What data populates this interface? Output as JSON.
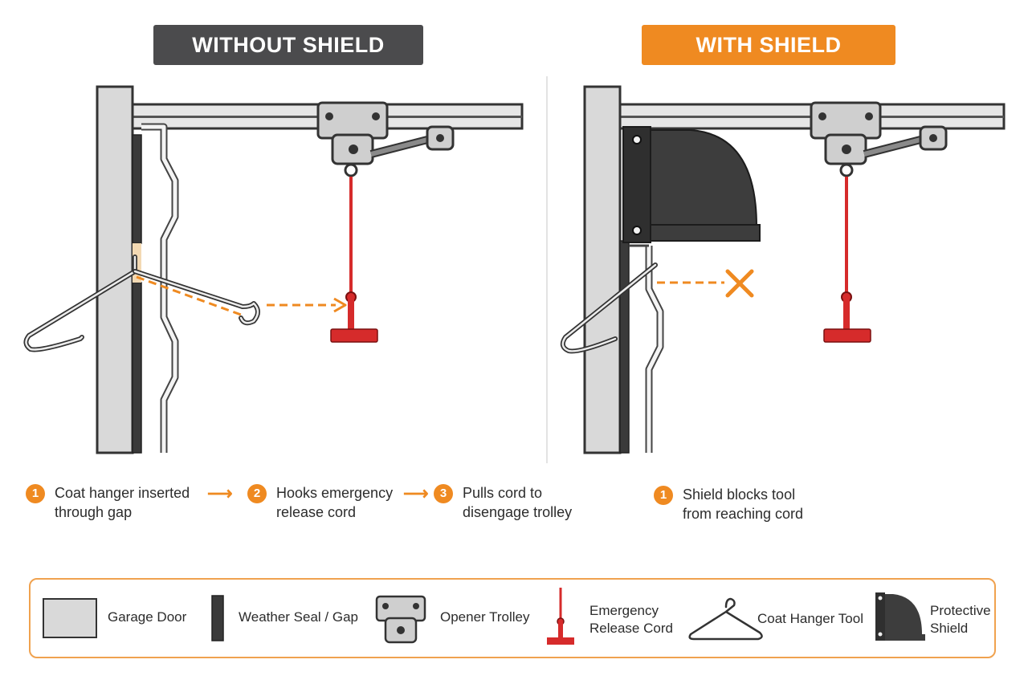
{
  "panels": {
    "left": {
      "title": "WITHOUT SHIELD",
      "color": "#4b4b4d"
    },
    "right": {
      "title": "WITH SHIELD",
      "color": "#ef8a21"
    }
  },
  "steps_left": [
    {
      "num": "1",
      "text": "Coat hanger inserted\nthrough gap"
    },
    {
      "num": "2",
      "text": "Hooks emergency\nrelease cord"
    },
    {
      "num": "3",
      "text": "Pulls cord to\ndisengage trolley"
    }
  ],
  "steps_right": [
    {
      "num": "1",
      "text": "Shield blocks tool\nfrom reaching cord"
    }
  ],
  "legend": {
    "garage_door": "Garage Door",
    "weather_seal": "Weather Seal / Gap",
    "opener_trolley": "Opener Trolley",
    "release_cord": "Emergency\nRelease Cord",
    "coat_hanger": "Coat Hanger Tool",
    "shield": "Protective\nShield"
  },
  "colors": {
    "accent": "#ef8a21",
    "dark": "#4b4b4d",
    "cord": "#d62b2b",
    "door": "#d9d9d9",
    "seal": "#3a3a3a",
    "shield": "#3d3d3d"
  }
}
